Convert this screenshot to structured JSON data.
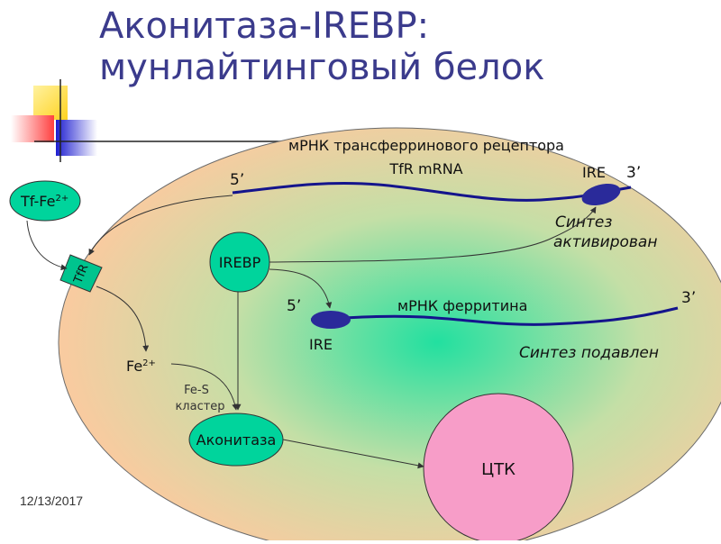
{
  "slide": {
    "title_line1": "Аконитаза-IREBP:",
    "title_line2": "мунлайтинговый белок",
    "date": "12/13/2017"
  },
  "diagram": {
    "tf_mrna_label_line1": "мРНК трансферринового рецептора",
    "tf_mrna_label_line2": "TfR mRNA",
    "tf_five_prime": "5’",
    "tf_ire": "IRE",
    "tf_three_prime": "3’",
    "synthesis_activated_line1": "Синтез",
    "synthesis_activated_line2": "активирован",
    "tf_fe": "Tf-Fe",
    "tf_fe_sup": "2+",
    "tfr": "TfR",
    "irebp": "IREBP",
    "ferritin_five_prime": "5’",
    "ferritin_mrna_label": "мРНК ферритина",
    "ferritin_three_prime": "3’",
    "ferritin_ire": "IRE",
    "synthesis_suppressed": "Синтез подавлен",
    "fe": "Fe",
    "fe_sup": "2+",
    "fes_line1": "Fe-S",
    "fes_line2": "кластер",
    "aconitase": "Аконитаза",
    "tca": "ЦТК"
  },
  "colors": {
    "title": "#3b3b8c",
    "cell_outer": "#f8cba0",
    "cell_inner": "#22e0a0",
    "node_green": "#00d49c",
    "tca_pink": "#f79dc8",
    "mrna_line": "#14148c",
    "ire_oval": "#2a2a9a",
    "decor_yellow": "#ffd92f",
    "decor_red": "#ff5a5a",
    "decor_blue": "#2f2fd0"
  }
}
